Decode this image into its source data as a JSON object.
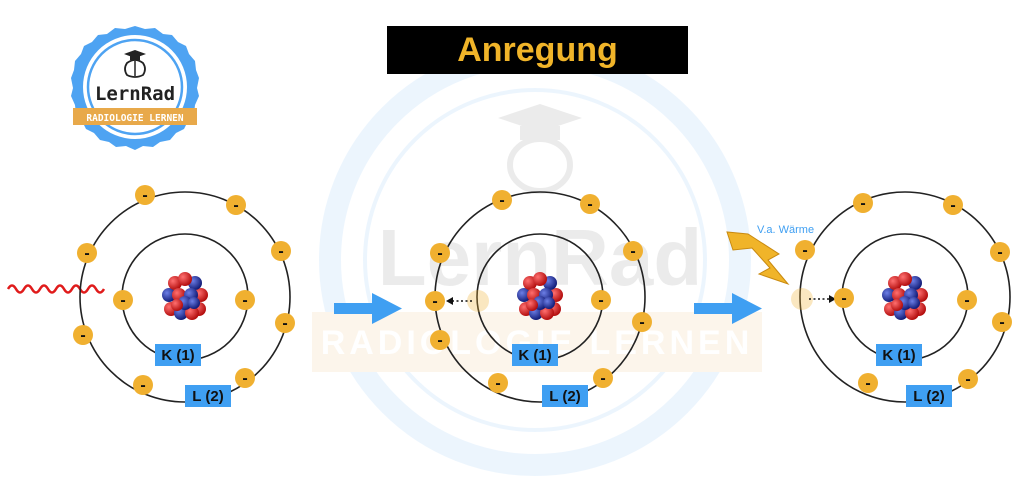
{
  "title": "Anregung",
  "logo": {
    "name": "LernRad",
    "subtitle": "RADIOLOGIE LERNEN",
    "icon": "graduation-cap-brain-icon"
  },
  "watermark": {
    "name": "LernRad",
    "subtitle": "RADIOLOGIE LERNEN"
  },
  "electron_symbol": "-",
  "shells": {
    "k_label": "K (1)",
    "l_label": "L (2)"
  },
  "emission_label": "V.a. Wärme",
  "colors": {
    "title_bg": "#000000",
    "title_text": "#f0b429",
    "electron": "#f0b030",
    "shell_label_bg": "#3f9ff2",
    "arrow": "#3f9ff2",
    "photon": "#e01b1b",
    "heat_bolt": "#f0b429",
    "emission_text": "#3f9ff2",
    "logo_ring": "#4ea3f2",
    "logo_band": "#e8a94a"
  }
}
